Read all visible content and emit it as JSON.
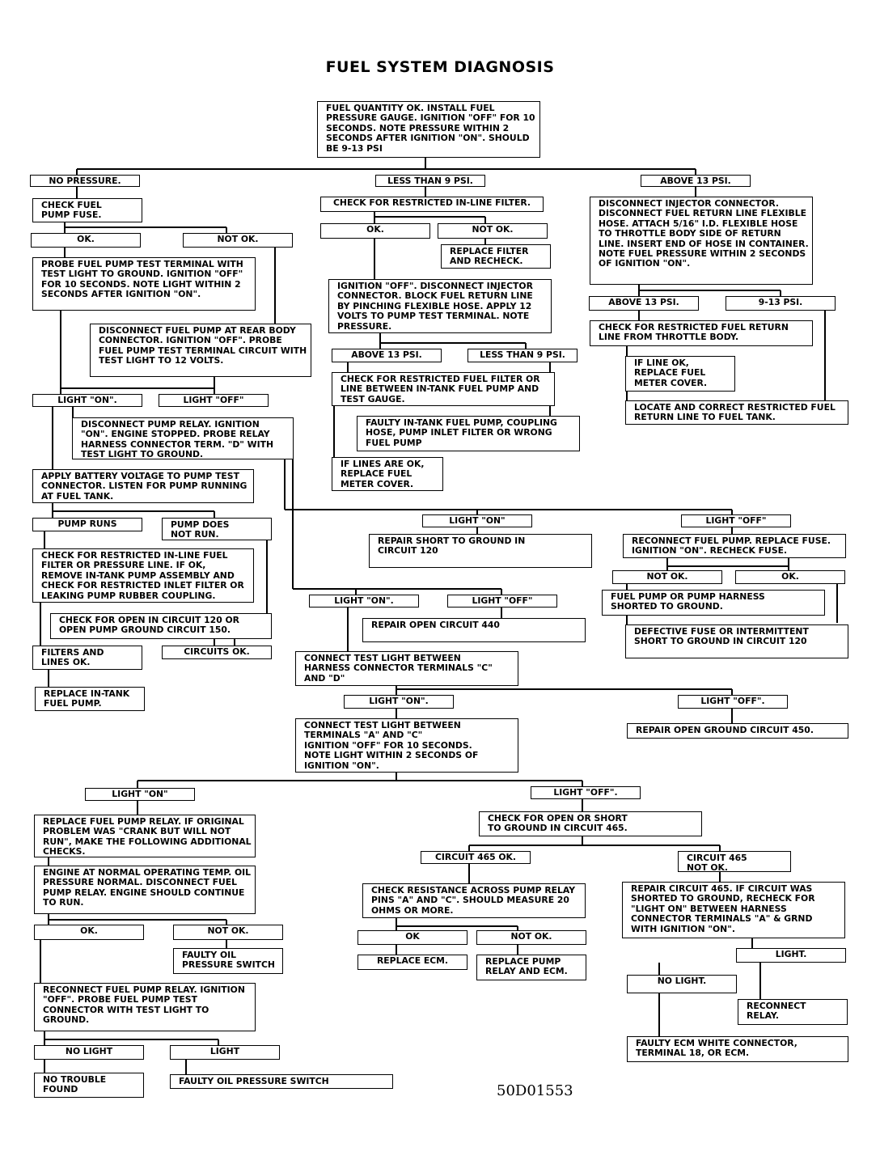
{
  "title": "FUEL SYSTEM DIAGNOSIS",
  "figure_code": "50D01553",
  "nodes": {
    "start": "FUEL QUANTITY OK. INSTALL FUEL PRESSURE GAUGE. IGNITION \"OFF\" FOR 10 SECONDS. NOTE PRESSURE WITHIN 2 SECONDS AFTER IGNITION \"ON\". SHOULD BE 9-13 PSI",
    "no_pressure": "NO PRESSURE.",
    "less_than_9": "LESS THAN 9 PSI.",
    "above_13": "ABOVE 13 PSI.",
    "check_fuse": "CHECK FUEL\nPUMP FUSE.",
    "fuse_ok": "OK.",
    "fuse_not_ok": "NOT OK.",
    "probe_test_terminal": "PROBE FUEL PUMP TEST TERMINAL WITH TEST LIGHT TO GROUND. IGNITION \"OFF\" FOR 10 SECONDS. NOTE LIGHT WITHIN 2 SECONDS AFTER IGNITION \"ON\".",
    "disconnect_pump_rear": "DISCONNECT FUEL PUMP AT REAR BODY CONNECTOR. IGNITION \"OFF\". PROBE FUEL PUMP TEST TERMINAL CIRCUIT WITH TEST LIGHT TO 12 VOLTS.",
    "light_on_1": "LIGHT \"ON\".",
    "light_off_1": "LIGHT \"OFF\"",
    "disconnect_pump_relay": "DISCONNECT PUMP RELAY. IGNITION \"ON\". ENGINE STOPPED. PROBE RELAY HARNESS CONNECTOR TERM. \"D\" WITH TEST LIGHT TO GROUND.",
    "apply_battery": "APPLY BATTERY VOLTAGE TO PUMP TEST CONNECTOR. LISTEN FOR PUMP RUNNING AT FUEL TANK.",
    "pump_runs": "PUMP RUNS",
    "pump_not_run": "PUMP DOES\nNOT RUN.",
    "check_restricted_inline": "CHECK FOR RESTRICTED IN-LINE FUEL FILTER OR PRESSURE LINE. IF OK, REMOVE IN-TANK PUMP ASSEMBLY AND CHECK FOR RESTRICTED INLET FILTER OR LEAKING PUMP RUBBER COUPLING.",
    "check_open_120": "CHECK FOR OPEN IN CIRCUIT 120 OR\nOPEN PUMP GROUND CIRCUIT 150.",
    "filters_lines_ok": "FILTERS AND\nLINES OK.",
    "circuits_ok": "CIRCUITS OK.",
    "replace_intank": "REPLACE IN-TANK\nFUEL PUMP.",
    "check_inline_filter": "CHECK FOR RESTRICTED IN-LINE FILTER.",
    "filter_ok": "OK.",
    "filter_not_ok": "NOT OK.",
    "replace_filter": "REPLACE FILTER\nAND RECHECK.",
    "ign_off_block": "IGNITION \"OFF\". DISCONNECT INJECTOR CONNECTOR. BLOCK FUEL RETURN LINE BY PINCHING FLEXIBLE HOSE. APPLY 12 VOLTS TO PUMP TEST TERMINAL. NOTE PRESSURE.",
    "above_13_b": "ABOVE 13 PSI.",
    "less_than_9_b": "LESS THAN 9 PSI.",
    "check_restricted_filter": "CHECK FOR RESTRICTED FUEL FILTER OR LINE BETWEEN IN-TANK FUEL PUMP AND TEST GAUGE.",
    "faulty_intank": "FAULTY IN-TANK FUEL PUMP, COUPLING HOSE, PUMP INLET FILTER OR WRONG FUEL PUMP",
    "lines_ok_replace": "IF LINES ARE OK, REPLACE FUEL METER COVER.",
    "disconnect_injector": "DISCONNECT INJECTOR CONNECTOR. DISCONNECT FUEL RETURN LINE FLEXIBLE HOSE. ATTACH 5/16\" I.D. FLEXIBLE HOSE TO THROTTLE BODY SIDE OF RETURN LINE. INSERT END OF HOSE IN CONTAINER. NOTE FUEL PRESSURE WITHIN 2 SECONDS OF IGNITION \"ON\".",
    "above_13_c": "ABOVE 13 PSI.",
    "psi_9_13": "9-13 PSI.",
    "check_return_line": "CHECK FOR RESTRICTED FUEL RETURN LINE FROM THROTTLE BODY.",
    "line_ok_replace": "IF LINE OK, REPLACE FUEL METER COVER.",
    "locate_return": "LOCATE AND CORRECT RESTRICTED FUEL RETURN LINE TO FUEL TANK.",
    "light_on_2": "LIGHT \"ON\"",
    "light_off_2": "LIGHT \"OFF\"",
    "repair_short_120": "REPAIR SHORT TO GROUND IN\nCIRCUIT 120",
    "reconnect_pump_fuse": "RECONNECT FUEL PUMP. REPLACE FUSE. IGNITION \"ON\". RECHECK FUSE.",
    "not_ok_fuse2": "NOT OK.",
    "ok_fuse2": "OK.",
    "pump_harness_short": "FUEL PUMP OR PUMP HARNESS\nSHORTED TO GROUND.",
    "defective_fuse": "DEFECTIVE FUSE OR INTERMITTENT\nSHORT TO GROUND IN CIRCUIT 120",
    "light_on_3": "LIGHT \"ON\".",
    "light_off_3": "LIGHT \"OFF\"",
    "repair_open_440": "REPAIR OPEN CIRCUIT 440",
    "connect_c_d": "CONNECT TEST LIGHT BETWEEN\nHARNESS CONNECTOR TERMINALS \"C\"\nAND \"D\"",
    "light_on_4": "LIGHT \"ON\".",
    "light_off_4": "LIGHT \"OFF\".",
    "repair_open_450": "REPAIR OPEN GROUND CIRCUIT 450.",
    "connect_a_c": "CONNECT TEST LIGHT BETWEEN\nTERMINALS \"A\" AND \"C\"\n        IGNITION \"OFF\" FOR 10 SECONDS.\nNOTE LIGHT WITHIN 2 SECONDS OF\nIGNITION \"ON\".",
    "light_on_5": "LIGHT \"ON\"",
    "light_off_5": "LIGHT \"OFF\".",
    "replace_relay": "REPLACE FUEL PUMP RELAY. IF ORIGINAL PROBLEM WAS \"CRANK BUT WILL NOT RUN\", MAKE THE FOLLOWING ADDITIONAL CHECKS.",
    "engine_temp": "ENGINE AT NORMAL OPERATING TEMP. OIL PRESSURE NORMAL. DISCONNECT FUEL PUMP RELAY. ENGINE SHOULD CONTINUE TO RUN.",
    "ok_engine": "OK.",
    "not_ok_engine": "NOT OK.",
    "faulty_oil_switch": "FAULTY OIL\nPRESSURE SWITCH",
    "reconnect_relay_probe": "RECONNECT FUEL PUMP RELAY. IGNITION \"OFF\". PROBE FUEL PUMP TEST CONNECTOR WITH TEST LIGHT TO GROUND.",
    "no_light_1": "NO LIGHT",
    "light_1": "LIGHT",
    "no_trouble": "NO TROUBLE\nFOUND",
    "faulty_oil_switch_2": "FAULTY OIL PRESSURE SWITCH",
    "check_465": "CHECK FOR OPEN OR SHORT\nTO GROUND IN CIRCUIT 465.",
    "circuit_465_ok": "CIRCUIT 465 OK.",
    "circuit_465_not_ok": "CIRCUIT 465\n    NOT OK.",
    "check_resistance": "CHECK RESISTANCE ACROSS PUMP RELAY PINS \"A\" AND \"C\". SHOULD MEASURE 20 OHMS OR MORE.",
    "ok_res": "OK",
    "not_ok_res": "NOT OK.",
    "replace_ecm": "REPLACE ECM.",
    "replace_pump_relay_ecm": "REPLACE PUMP\nRELAY AND ECM.",
    "repair_465": "REPAIR CIRCUIT 465. IF CIRCUIT WAS SHORTED TO GROUND, RECHECK FOR \"LIGHT ON\" BETWEEN HARNESS CONNECTOR TERMINALS \"A\" & GRND\n              WITH IGNITION \"ON\".",
    "light_2": "LIGHT.",
    "no_light_2": "NO LIGHT.",
    "reconnect_relay": "RECONNECT\nRELAY.",
    "faulty_ecm_connector": "FAULTY ECM WHITE CONNECTOR,\nTERMINAL 18, OR ECM."
  }
}
